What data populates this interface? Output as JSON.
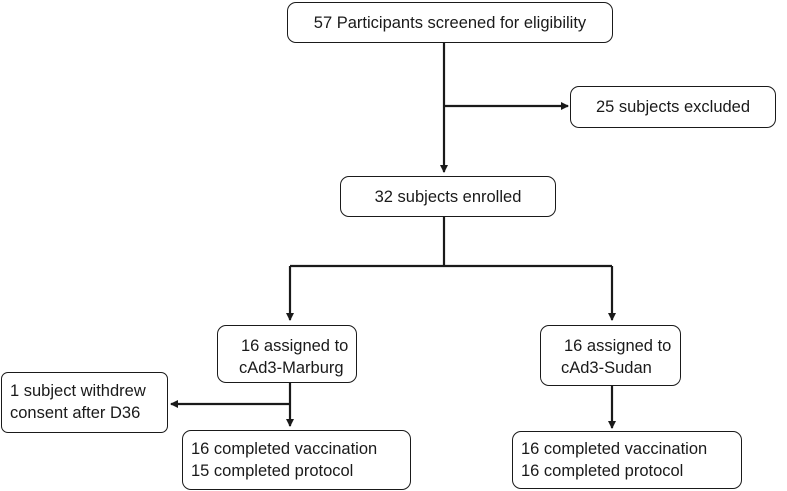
{
  "boxes": {
    "screened": "57 Participants screened for eligibility",
    "excluded": "25 subjects excluded",
    "enrolled": "32 subjects enrolled",
    "marburg": {
      "line1": "16 assigned to",
      "line2": "cAd3-Marburg"
    },
    "sudan": {
      "line1": "16 assigned to",
      "line2": "cAd3-Sudan"
    },
    "withdrew": {
      "line1": "1 subject withdrew",
      "line2": "consent after D36"
    },
    "marburg_outcome": {
      "line1": "16 completed vaccination",
      "line2": "15 completed protocol"
    },
    "sudan_outcome": {
      "line1": "16 completed vaccination",
      "line2": "16 completed protocol"
    }
  },
  "colors": {
    "stroke": "#1a1a1a",
    "background": "#ffffff"
  }
}
